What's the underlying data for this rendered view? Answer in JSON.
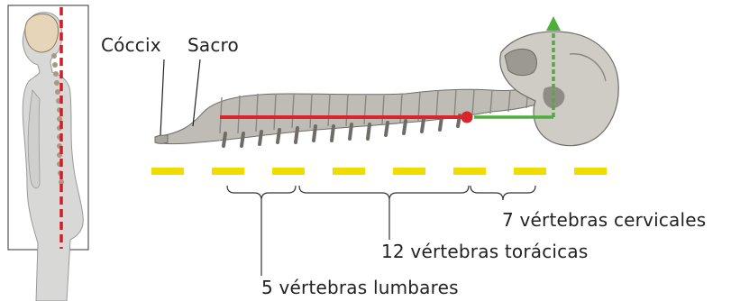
{
  "labels": {
    "coccyx": "Cóccix",
    "sacrum": "Sacro",
    "cervical": "7 vértebras cervicales",
    "thoracic": "12 vértebras torácicas",
    "lumbar": "5 vértebras lumbares"
  },
  "colors": {
    "vertical_axis": "#cc1f2a",
    "spine_line": "#d8262c",
    "cervical_line": "#4caf3a",
    "ground_dashes": "#f2dc00",
    "bone": "#bfbcb6",
    "bone_shadow": "#6f6c68",
    "body": "#d8d8d6",
    "frame": "#555555",
    "text": "#222222"
  },
  "icons": {
    "figure": "human-side-profile-icon",
    "skull": "skull-icon",
    "spine": "spine-icon"
  }
}
